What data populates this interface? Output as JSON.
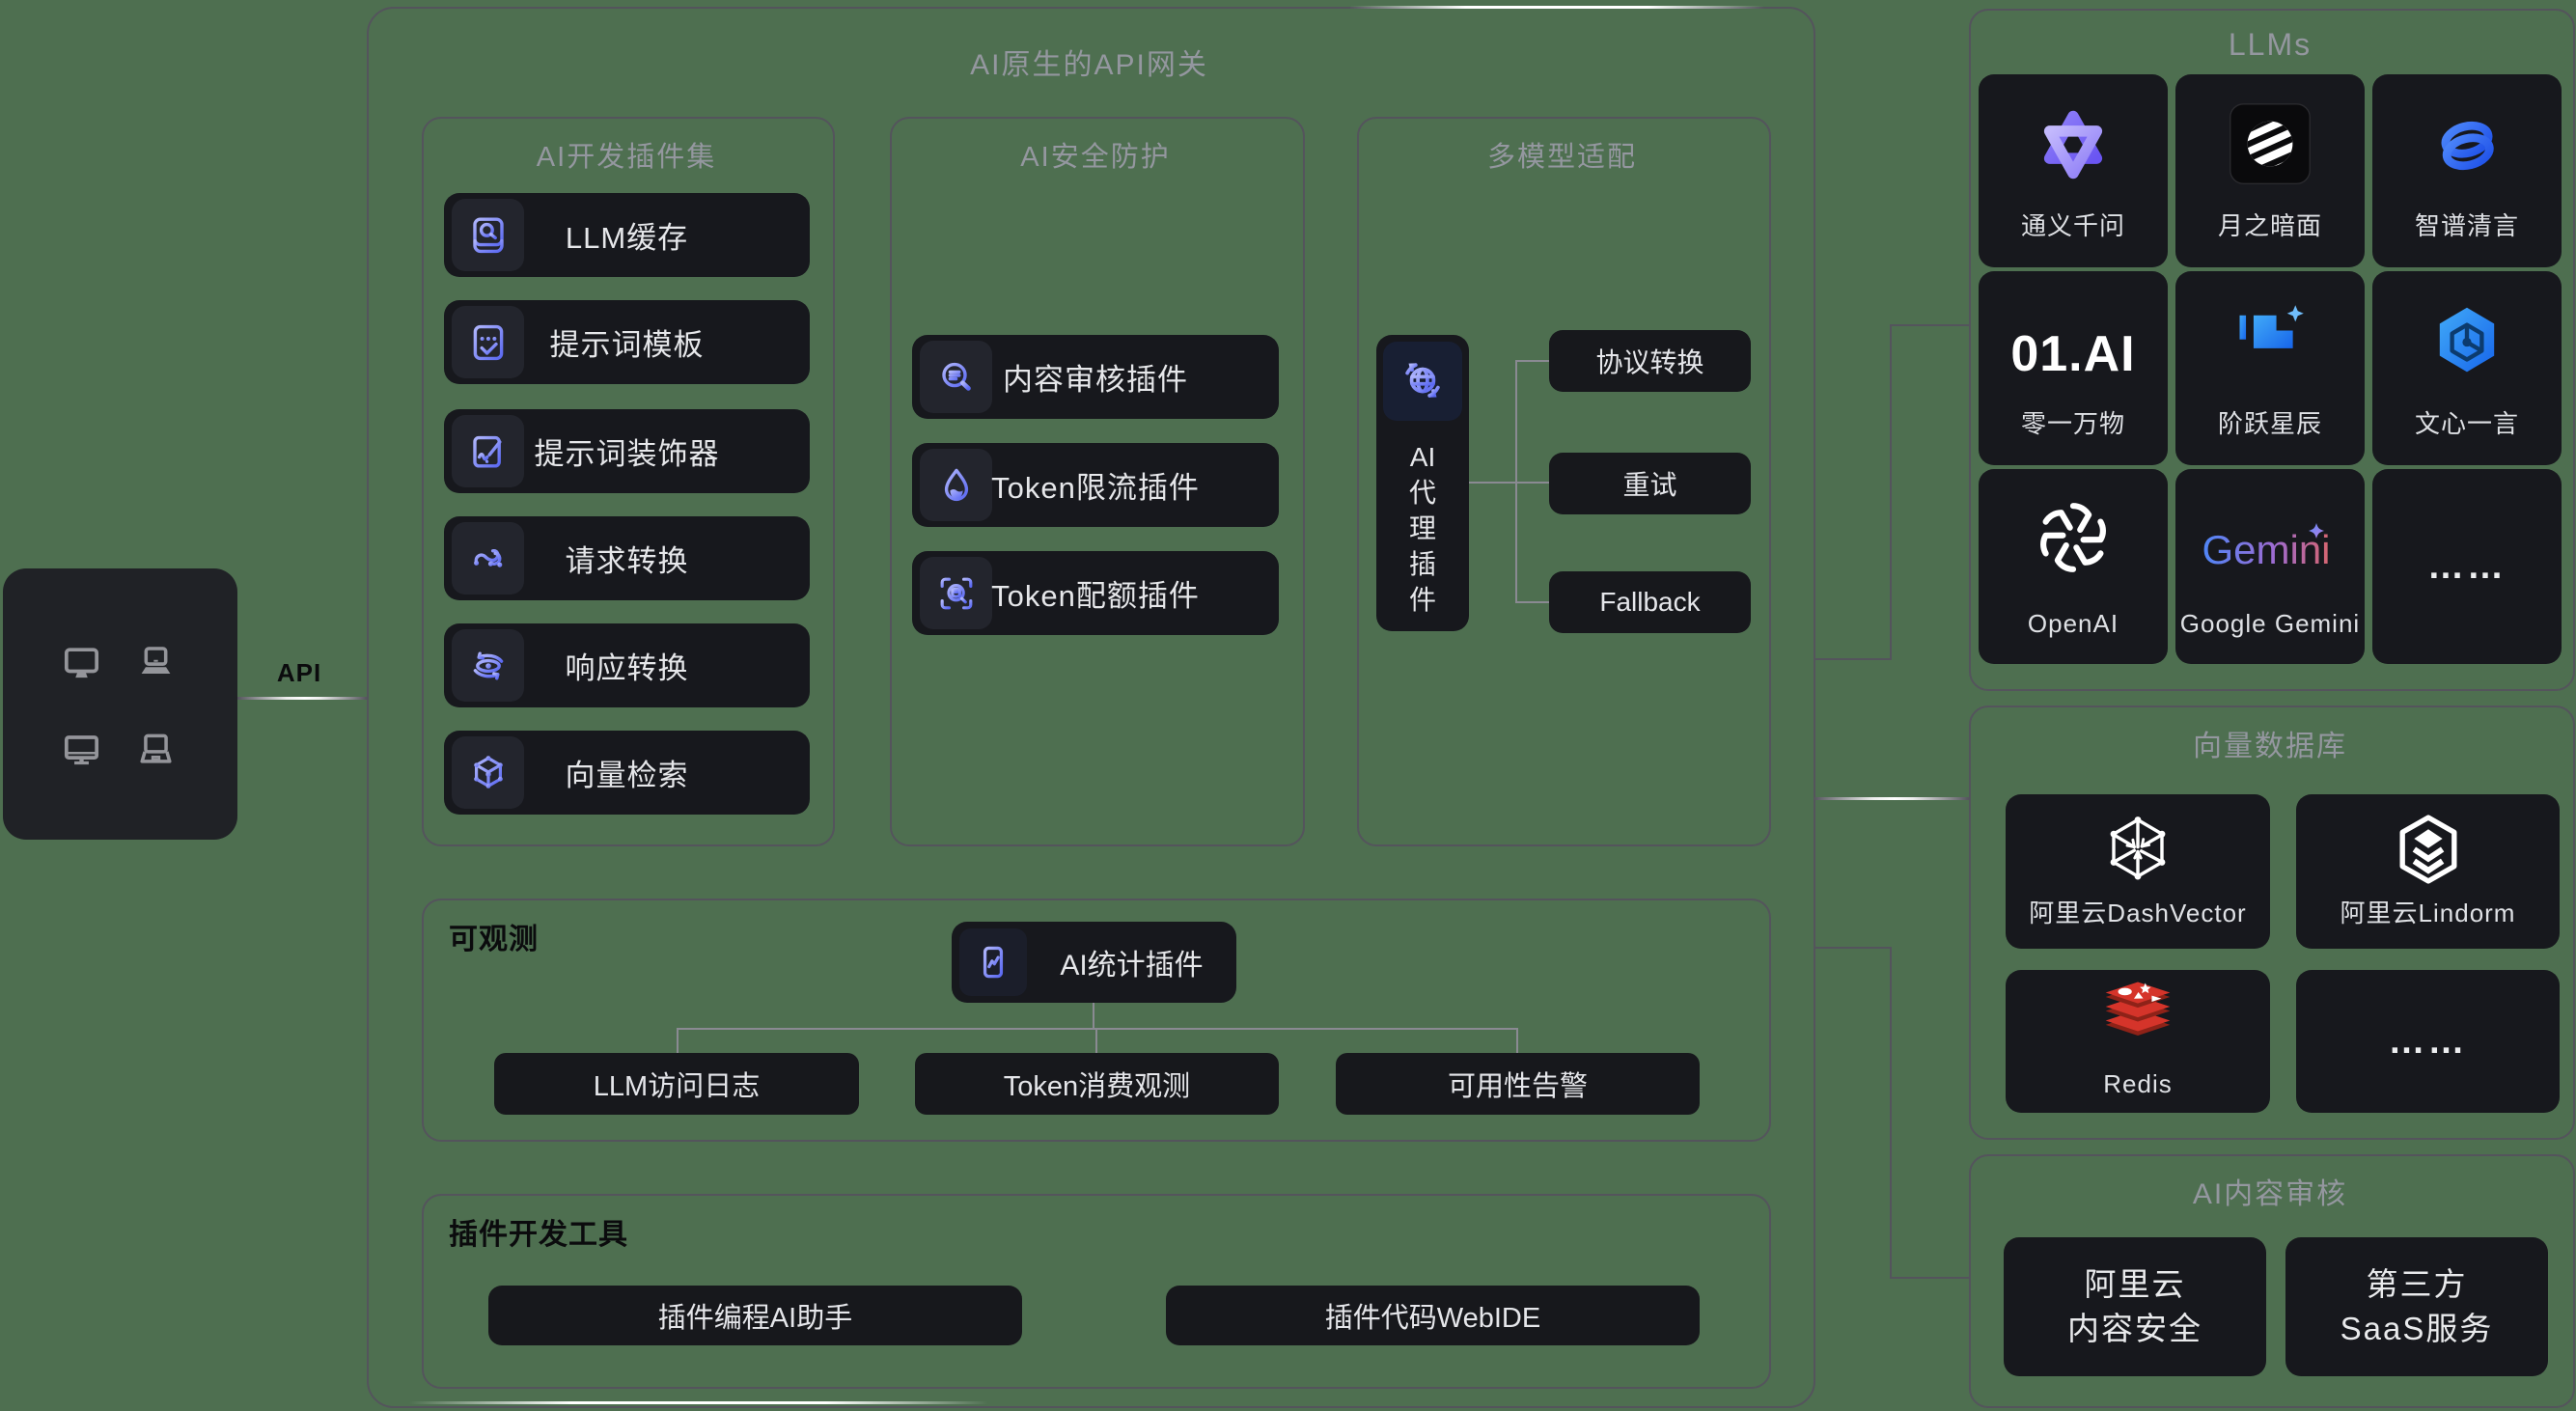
{
  "client": {
    "api_label": "API",
    "icons": [
      "desktop-icon",
      "laptop-icon",
      "desktop-icon-2",
      "laptop-icon-2"
    ]
  },
  "main": {
    "title": "AI原生的API网关"
  },
  "dev": {
    "title": "AI开发插件集",
    "items": [
      {
        "label": "LLM缓存",
        "icon": "book-search-icon"
      },
      {
        "label": "提示词模板",
        "icon": "prompt-template-icon"
      },
      {
        "label": "提示词装饰器",
        "icon": "prompt-decorator-icon"
      },
      {
        "label": "请求转换",
        "icon": "request-transform-icon"
      },
      {
        "label": "响应转换",
        "icon": "response-transform-icon"
      },
      {
        "label": "向量检索",
        "icon": "vector-retrieval-icon"
      }
    ]
  },
  "security": {
    "title": "AI安全防护",
    "items": [
      {
        "label": "内容审核插件",
        "icon": "content-audit-icon"
      },
      {
        "label": "Token限流插件",
        "icon": "token-ratelimit-icon"
      },
      {
        "label": "Token配额插件",
        "icon": "token-quota-icon"
      }
    ]
  },
  "multi": {
    "title": "多模型适配",
    "agent": {
      "icon": "globe-proxy-icon",
      "label": "AI代理插件",
      "lines": [
        "AI",
        "代",
        "理",
        "插",
        "件"
      ]
    },
    "items": [
      {
        "label": "协议转换"
      },
      {
        "label": "重试"
      },
      {
        "label": "Fallback"
      }
    ]
  },
  "observability": {
    "title": "可观测",
    "stats_label": "AI统计插件",
    "stats_icon": "chart-phone-icon",
    "items": [
      {
        "label": "LLM访问日志"
      },
      {
        "label": "Token消费观测"
      },
      {
        "label": "可用性告警"
      }
    ]
  },
  "tools": {
    "title": "插件开发工具",
    "items": [
      {
        "label": "插件编程AI助手"
      },
      {
        "label": "插件代码WebIDE"
      }
    ]
  },
  "llms": {
    "title": "LLMs",
    "cards": [
      {
        "name": "通义千问",
        "logo": "tongyi-logo"
      },
      {
        "name": "月之暗面",
        "logo": "moonshot-logo"
      },
      {
        "name": "智谱清言",
        "logo": "zhipu-logo"
      },
      {
        "name": "零一万物",
        "logo": "01ai-text-logo",
        "big": "01.AI"
      },
      {
        "name": "阶跃星辰",
        "logo": "stepfun-logo"
      },
      {
        "name": "文心一言",
        "logo": "wenxin-logo"
      },
      {
        "name": "OpenAI",
        "logo": "openai-logo"
      },
      {
        "name": "Google Gemini",
        "logo": "gemini-logo",
        "logo_text": "Gemini"
      },
      {
        "name": "……",
        "logo": "ellipsis"
      }
    ]
  },
  "vectordb": {
    "title": "向量数据库",
    "cards": [
      {
        "name": "阿里云DashVector",
        "logo": "dashvector-logo"
      },
      {
        "name": "阿里云Lindorm",
        "logo": "lindorm-logo"
      },
      {
        "name": "Redis",
        "logo": "redis-logo"
      },
      {
        "name": "……",
        "logo": "ellipsis"
      }
    ]
  },
  "moderation": {
    "title": "AI内容审核",
    "cards": [
      {
        "lines": [
          "阿里云",
          "内容安全"
        ]
      },
      {
        "lines": [
          "第三方",
          "SaaS服务"
        ]
      }
    ]
  },
  "colors": {
    "background": "#4E6F50",
    "card": "#17181C",
    "border": "#54545C",
    "box_title": "#94979F",
    "icon_gradient_start": "#AFB5FC",
    "icon_gradient_end": "#5B69F2",
    "shimmer": "#FFFFFF"
  }
}
